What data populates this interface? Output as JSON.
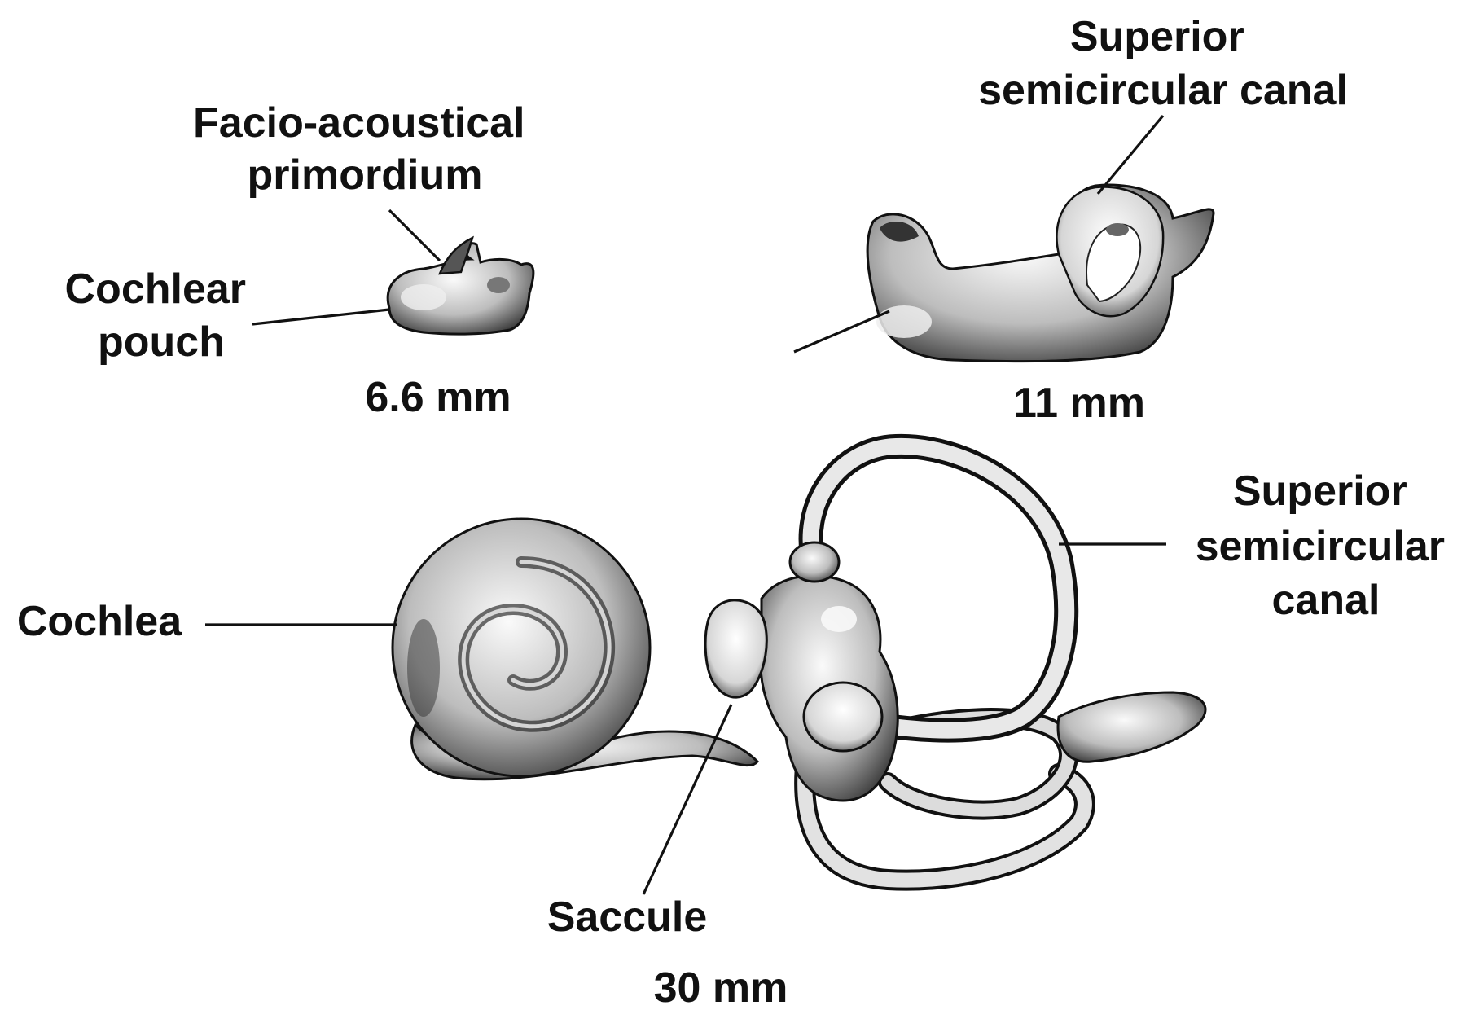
{
  "stages": [
    {
      "size_label": "6.6 mm",
      "labels": [
        {
          "id": "facio",
          "lines": [
            "Facio-acoustical",
            "primordium"
          ]
        },
        {
          "id": "cochlear-pouch",
          "lines": [
            "Cochlear",
            "pouch"
          ]
        }
      ]
    },
    {
      "size_label": "11 mm",
      "labels": [
        {
          "id": "superior-canal-11",
          "lines": [
            "Superior",
            "semicircular canal"
          ]
        }
      ]
    },
    {
      "size_label": "30 mm",
      "labels": [
        {
          "id": "superior-canal-30",
          "lines": [
            "Superior",
            "semicircular",
            "canal"
          ]
        },
        {
          "id": "cochlea",
          "lines": [
            "Cochlea"
          ]
        },
        {
          "id": "saccule",
          "lines": [
            "Saccule"
          ]
        }
      ]
    }
  ],
  "colors": {
    "ink": "#111111",
    "shading_dark": "#3a3a3a",
    "shading_light": "#f2f2f2"
  }
}
